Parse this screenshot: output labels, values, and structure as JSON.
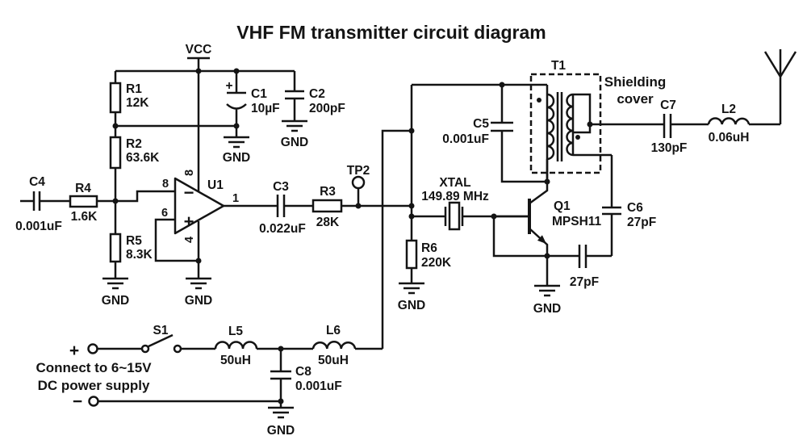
{
  "title": "VHF FM transmitter circuit diagram",
  "colors": {
    "line": "#141414",
    "title": "#1e2936",
    "annotation": "#173a63"
  },
  "labels": {
    "vcc": "VCC",
    "gnd": "GND",
    "r1": "R1",
    "r1_val": "12K",
    "r2": "R2",
    "r2_val": "63.6K",
    "r3": "R3",
    "r3_val": "28K",
    "r4": "R4",
    "r4_val": "1.6K",
    "r5": "R5",
    "r5_val": "8.3K",
    "r6": "R6",
    "r6_val": "220K",
    "c1": "C1",
    "c1_val": "10µF",
    "c1_plus": "+",
    "c2": "C2",
    "c2_val": "200pF",
    "c3": "C3",
    "c3_val": "0.022uF",
    "c4": "C4",
    "c4_val": "0.001uF",
    "c5": "C5",
    "c5_val": "0.001uF",
    "c6": "C6",
    "c6_val": "27pF",
    "c7": "C7",
    "c7_val": "130pF",
    "c8": "C8",
    "c8_val": "0.001uF",
    "c9_val": "27pF",
    "l2": "L2",
    "l2_val": "0.06uH",
    "l5": "L5",
    "l5_val": "50uH",
    "l6": "L6",
    "l6_val": "50uH",
    "u1": "U1",
    "u1_pin1": "1",
    "u1_pin4": "4",
    "u1_pin6": "6",
    "u1_pin8_in": "8",
    "u1_pin8_top": "8",
    "u1_minus": "−",
    "u1_plus": "+",
    "q1": "Q1",
    "q1_val": "MPSH11",
    "xtal": "XTAL",
    "xtal_val": "149.89 MHz",
    "t1": "T1",
    "tp2": "TP2",
    "s1": "S1",
    "shield_line1": "Shielding",
    "shield_line2": "cover",
    "supply_line1": "Connect to 6~15V",
    "supply_line2": "DC power supply",
    "plus_terminal": "+",
    "minus_terminal": "−"
  }
}
